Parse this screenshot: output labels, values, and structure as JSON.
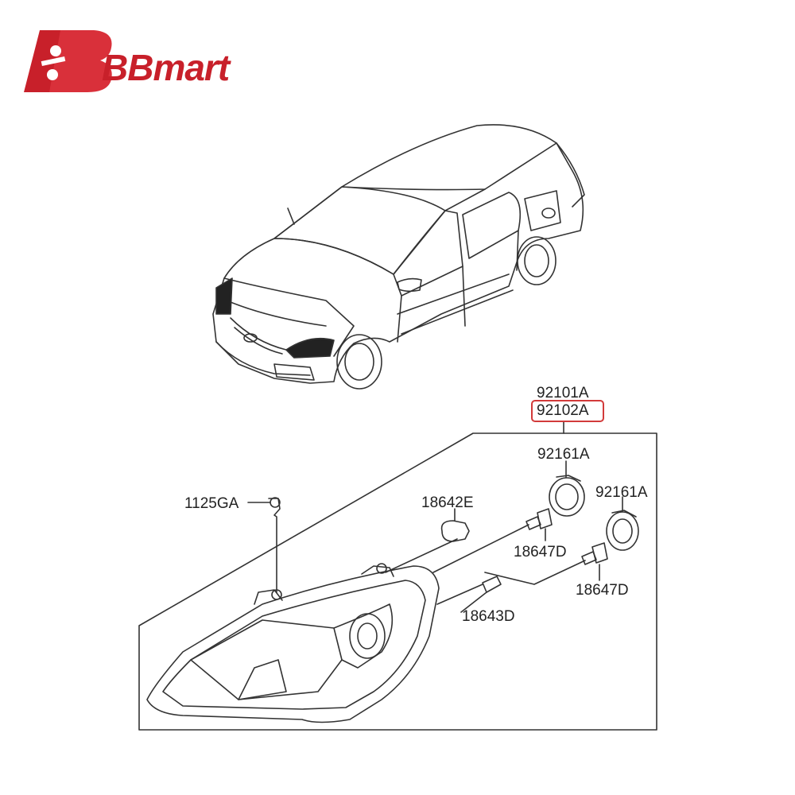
{
  "brand": {
    "name": "BBmart",
    "logo_letters": "BB",
    "color": "#c8202a"
  },
  "parts": {
    "headlamp_lh": "92101A",
    "headlamp_rh": "92102A",
    "cap_upper": "92161A",
    "cap_lower": "92161A",
    "screw": "1125GA",
    "bulb_turn": "18642E",
    "bulb_low_upper": "18647D",
    "bulb_low_lower": "18647D",
    "bulb_position": "18643D"
  },
  "highlight_color": "#d23a3a",
  "highlighted_part": "92102A"
}
